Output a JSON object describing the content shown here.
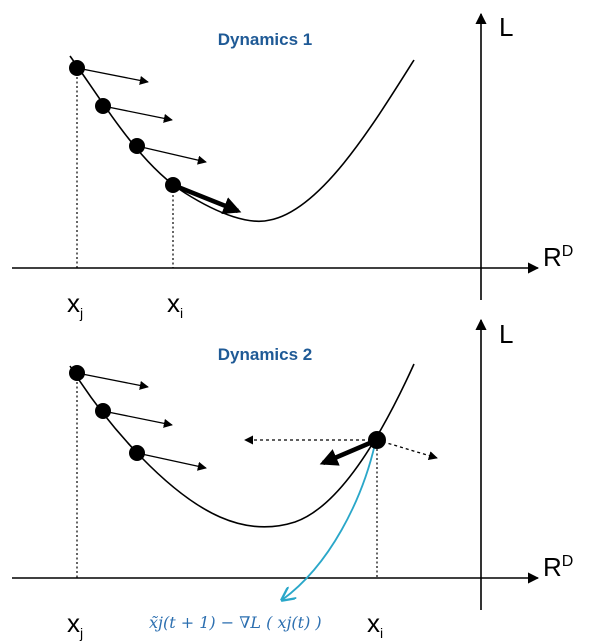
{
  "colors": {
    "title": "#1f5a96",
    "formula": "#2c6fb0",
    "teal_arrow": "#2aa7c9",
    "ink": "#000000"
  },
  "panel1": {
    "title": "Dynamics 1",
    "y_axis_label": "L",
    "x_axis_label": "R",
    "x_axis_superscript": "D",
    "ticks": [
      {
        "main": "x",
        "sub": "j"
      },
      {
        "main": "x",
        "sub": "i"
      }
    ]
  },
  "panel2": {
    "title": "Dynamics 2",
    "y_axis_label": "L",
    "x_axis_label": "R",
    "x_axis_superscript": "D",
    "ticks": [
      {
        "main": "x",
        "sub": "j"
      },
      {
        "main": "x",
        "sub": "i"
      }
    ],
    "formula": "x̃j(t + 1) − ∇L ( xj(t) )"
  }
}
